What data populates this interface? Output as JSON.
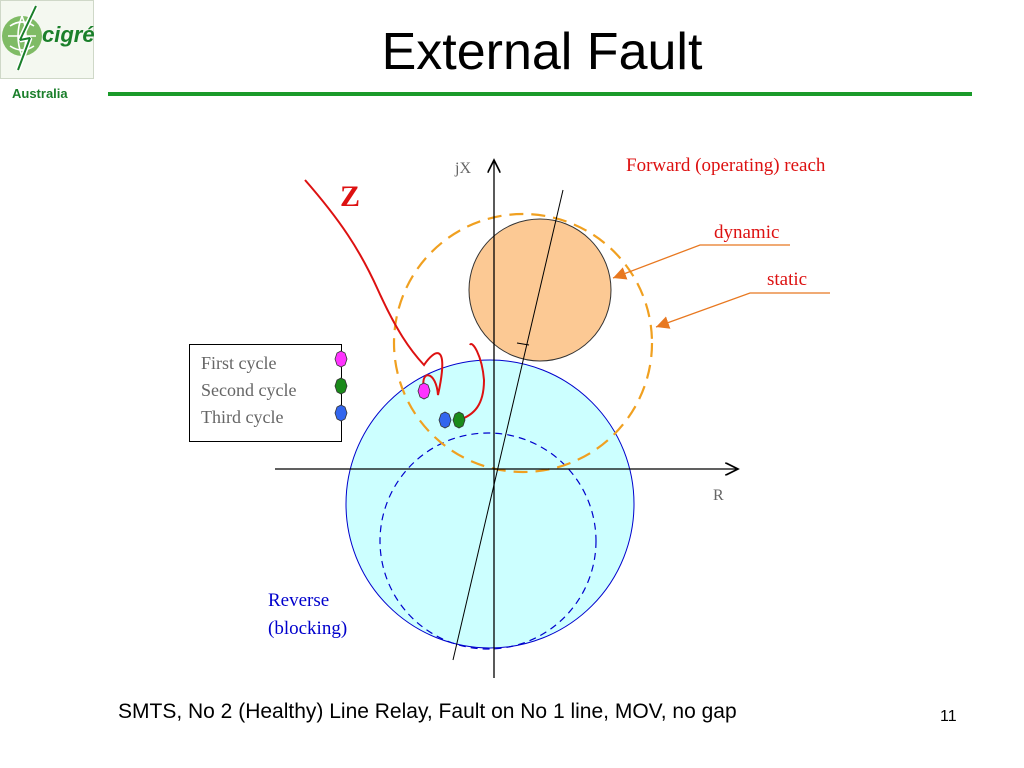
{
  "header": {
    "logo_text": "cigré",
    "logo_subtitle": "Australia",
    "title": "External Fault"
  },
  "diagram": {
    "axis_y_label": "jX",
    "axis_x_label": "R",
    "trajectory_label": "Z",
    "forward_label": "Forward (operating) reach",
    "dynamic_label": "dynamic",
    "static_label": "static",
    "reverse_label_line1": "Reverse",
    "reverse_label_line2": "(blocking)",
    "legend": [
      {
        "label": "First cycle",
        "color": "#ff33ff"
      },
      {
        "label": "Second cycle",
        "color": "#1a8a1a"
      },
      {
        "label": "Third cycle",
        "color": "#3366ee"
      }
    ]
  },
  "footer": {
    "caption": "SMTS, No 2 (Healthy) Line Relay, Fault on No 1 line, MOV, no gap",
    "page_number": "11"
  },
  "colors": {
    "brand_green": "#1a9a2a",
    "forward_fill": "#fcc994",
    "reverse_fill": "#ccffff",
    "reverse_stroke": "#0000cc",
    "static_dash": "#f0a020",
    "trajectory": "#dd1111",
    "callout": "#e87820"
  }
}
